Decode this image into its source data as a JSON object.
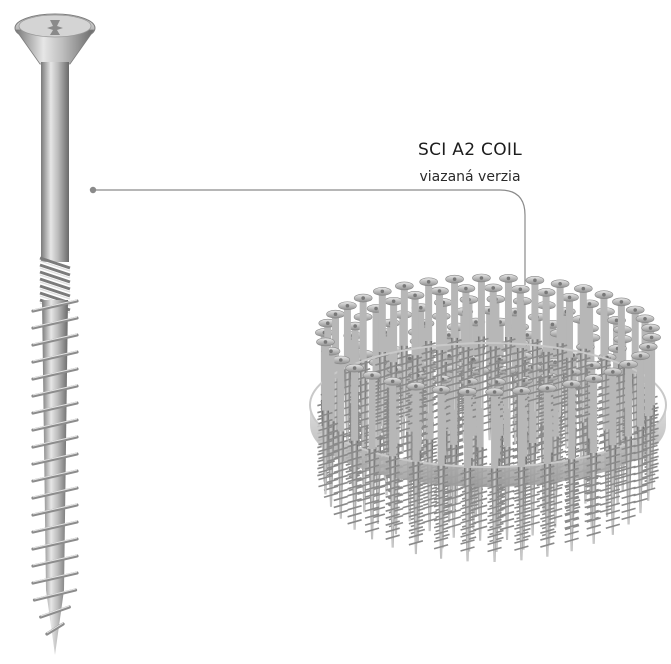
{
  "callout": {
    "title": "SCI A2 COIL",
    "subtitle": "viazaná verzia"
  },
  "colors": {
    "background": "#ffffff",
    "steel_light": "#d9d9d9",
    "steel_mid": "#a9a9a9",
    "steel_dark": "#6f6f6f",
    "leader_line": "#8a8a8a",
    "text": "#1d1d1d"
  },
  "icons": {
    "screw": "single-countersunk-screw",
    "coil": "collated-screw-coil"
  }
}
